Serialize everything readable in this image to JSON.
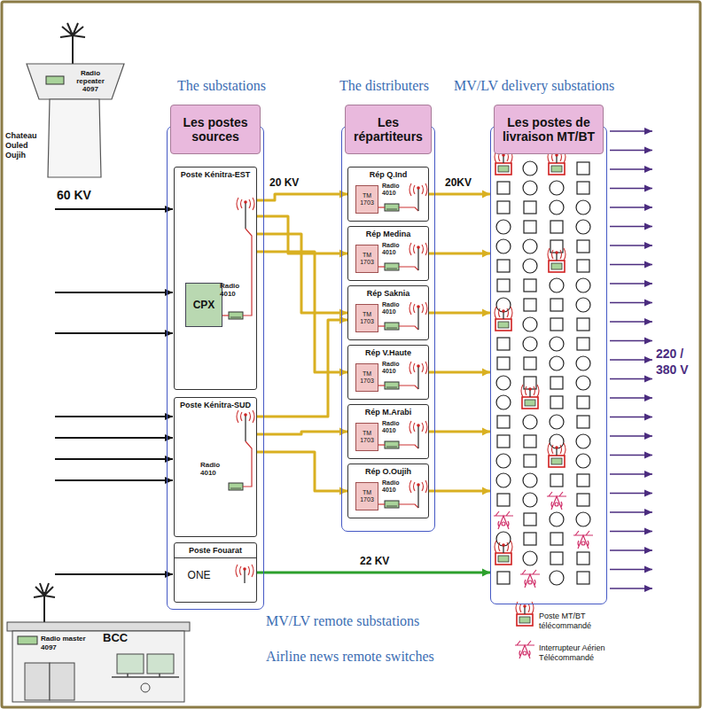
{
  "diagram": {
    "nodes": [
      {
        "text": [
          "Radio repeater 4097",
          "Chateau Ouled Oujih"
        ]
      },
      {
        "text": [
          "Les postes sources"
        ]
      },
      {
        "text": [
          "Poste Kénitra-EST"
        ],
        "in": 1
      },
      {
        "text": [
          "CPX"
        ],
        "in": 2
      },
      {
        "text": [
          "Poste Kénitra-SUD"
        ],
        "in": 1
      },
      {
        "text": [
          "Poste Fouarat",
          "ONE"
        ],
        "in": 1
      },
      {
        "text": [
          "Les répartiteurs"
        ]
      },
      {
        "text": [
          "Rép Q.Ind"
        ],
        "in": 6
      },
      {
        "text": [
          "TM 1703"
        ],
        "in": 7
      },
      {
        "text": [
          "Rép Medina"
        ],
        "in": 6
      },
      {
        "text": [
          "TM 1703"
        ],
        "in": 9
      },
      {
        "text": [
          "Rép Saknia"
        ],
        "in": 6
      },
      {
        "text": [
          "TM 1703"
        ],
        "in": 11
      },
      {
        "text": [
          "Rép V.Haute"
        ],
        "in": 6
      },
      {
        "text": [
          "TM 1703"
        ],
        "in": 13
      },
      {
        "text": [
          "Rép M.Arabi"
        ],
        "in": 6
      },
      {
        "text": [
          "TM 1703"
        ],
        "in": 15
      },
      {
        "text": [
          "Rép O.Oujih"
        ],
        "in": 6
      },
      {
        "text": [
          "TM 1703"
        ],
        "in": 17
      },
      {
        "text": [
          "Les postes de livraison MT/BT"
        ]
      },
      {
        "text": [
          "Radio master 4097",
          "BCC"
        ]
      }
    ],
    "edges": [
      {
        "from": 2,
        "to": 7,
        "arrow": "to",
        "label": "20 KV"
      },
      {
        "from": 2,
        "to": 9,
        "arrow": "to"
      },
      {
        "from": 2,
        "to": 11,
        "arrow": "to"
      },
      {
        "from": 2,
        "to": 13,
        "arrow": "to"
      },
      {
        "from": 4,
        "to": 11,
        "arrow": "to"
      },
      {
        "from": 4,
        "to": 15,
        "arrow": "to"
      },
      {
        "from": 4,
        "to": 17,
        "arrow": "to"
      },
      {
        "from": 7,
        "to": 19,
        "arrow": "to",
        "label": "20KV"
      },
      {
        "from": 9,
        "to": 19,
        "arrow": "to"
      },
      {
        "from": 11,
        "to": 19,
        "arrow": "to"
      },
      {
        "from": 13,
        "to": 19,
        "arrow": "to"
      },
      {
        "from": 15,
        "to": 19,
        "arrow": "to"
      },
      {
        "from": 17,
        "to": 19,
        "arrow": "to"
      },
      {
        "from": 5,
        "to": 19,
        "arrow": "to",
        "label": "22 KV"
      }
    ],
    "labels": [
      "The substations",
      "The distributers",
      "MV/LV delivery substations",
      "60 KV",
      "Radio 4010",
      "Radio 4010",
      "Radio 4010",
      "Radio 4010",
      "Radio 4010",
      "Radio 4010",
      "Radio 4010",
      "Radio 4010",
      "220 / 380 V",
      "MV/LV remote substations",
      "Airline news remote switches"
    ],
    "legend": [
      {
        "text": "Poste MT/BT télécommandé"
      },
      {
        "text": "Interrupteur Aérien Télécommandé"
      }
    ]
  }
}
